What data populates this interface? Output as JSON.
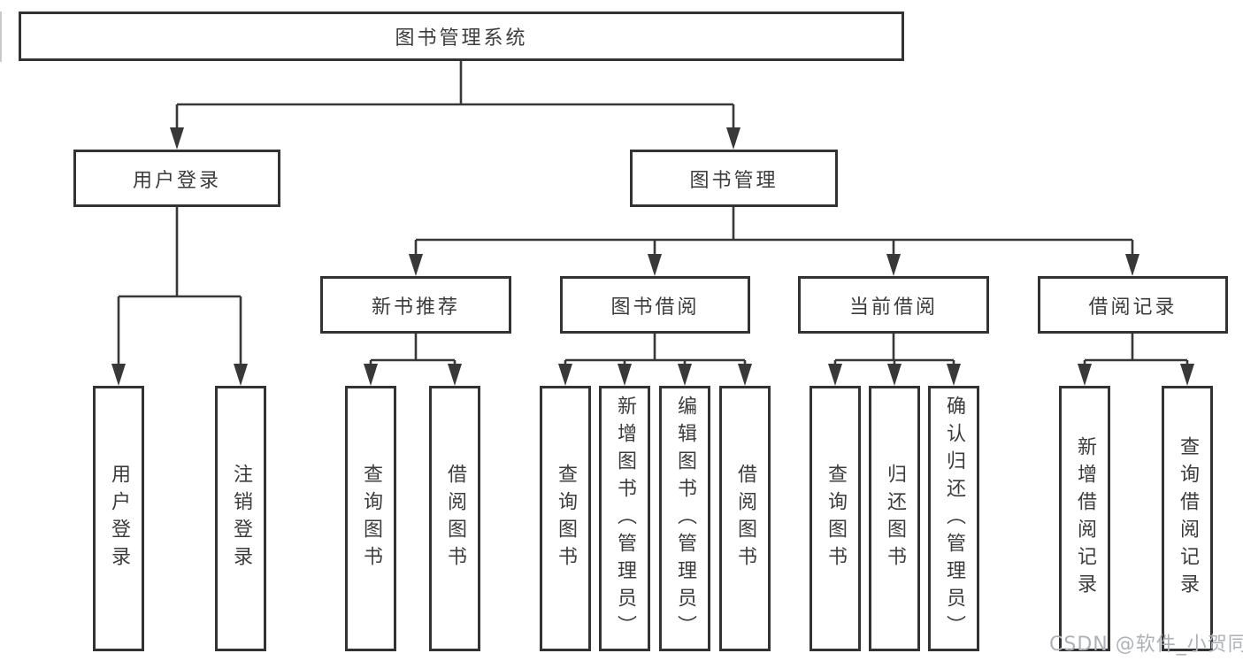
{
  "diagram": {
    "root": {
      "label": "图书管理系统"
    },
    "level2": [
      {
        "label": "用户登录"
      },
      {
        "label": "图书管理"
      }
    ],
    "level3": [
      {
        "label": "新书推荐",
        "parent": "图书管理"
      },
      {
        "label": "图书借阅",
        "parent": "图书管理"
      },
      {
        "label": "当前借阅",
        "parent": "图书管理"
      },
      {
        "label": "借阅记录",
        "parent": "图书管理"
      }
    ],
    "leaves": [
      {
        "label": "用户登录",
        "parent": "用户登录"
      },
      {
        "label": "注销登录",
        "parent": "用户登录"
      },
      {
        "label": "查询图书",
        "parent": "新书推荐"
      },
      {
        "label": "借阅图书",
        "parent": "新书推荐"
      },
      {
        "label": "查询图书",
        "parent": "图书借阅"
      },
      {
        "label": "新增图书（管理员）",
        "parent": "图书借阅"
      },
      {
        "label": "编辑图书（管理员）",
        "parent": "图书借阅"
      },
      {
        "label": "借阅图书",
        "parent": "图书借阅"
      },
      {
        "label": "查询图书",
        "parent": "当前借阅"
      },
      {
        "label": "归还图书",
        "parent": "当前借阅"
      },
      {
        "label": "确认归还（管理员）",
        "parent": "当前借阅"
      },
      {
        "label": "新增借阅记录",
        "parent": "借阅记录"
      },
      {
        "label": "查询借阅记录",
        "parent": "借阅记录"
      }
    ]
  },
  "watermark": "CSDN @软件_小贺同学",
  "colors": {
    "line": "#383838",
    "box_border": "#333333",
    "text": "#3c3c3c",
    "watermark": "#aeb2b8",
    "background": "#ffffff"
  }
}
